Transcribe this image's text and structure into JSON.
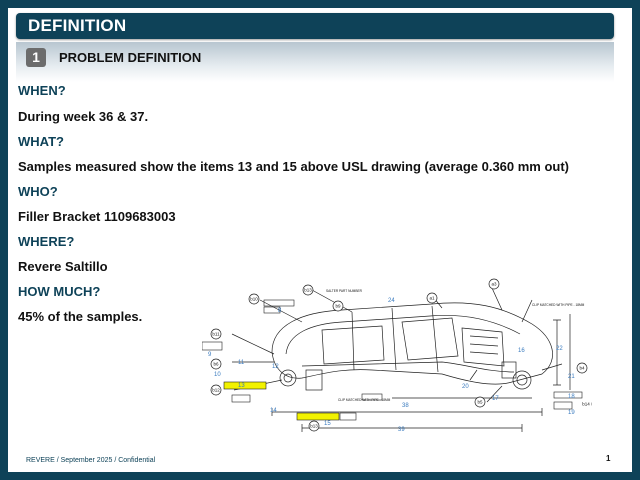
{
  "header": {
    "title": "DEFINITION"
  },
  "section": {
    "number": "1",
    "title": "PROBLEM DEFINITION"
  },
  "qa": [
    {
      "question": "WHEN?",
      "answer": "During week 36 & 37."
    },
    {
      "question": "WHAT?",
      "answer": "Samples measured show the items 13 and 15 above USL drawing (average 0.360 mm out)"
    },
    {
      "question": "WHO?",
      "answer": "Filler Bracket 1109683003"
    },
    {
      "question": "WHERE?",
      "answer": "Revere Saltillo"
    },
    {
      "question": "HOW MUCH?",
      "answer": "45% of the samples."
    }
  ],
  "drawing": {
    "balloons": [
      "b10",
      "b11",
      "b6",
      "b12",
      "b13",
      "a2",
      "a1",
      "b9",
      "b4",
      "b14",
      "b5",
      "a3"
    ],
    "item_numbers": [
      "8",
      "9",
      "10",
      "11",
      "12",
      "13",
      "14",
      "15",
      "16",
      "17",
      "18",
      "19",
      "20",
      "21",
      "22",
      "24",
      "38",
      "39"
    ],
    "callouts": [
      "CLIP MATCHED WITH PIPE - 18MM",
      "CLIP MATCHED WITH PIPE - 18MM",
      "SALTER PART NUMBER"
    ],
    "highlight_color": "#f2f200"
  },
  "footer": {
    "text": "REVERE  / September  2025 / Confidential",
    "page": "1"
  }
}
